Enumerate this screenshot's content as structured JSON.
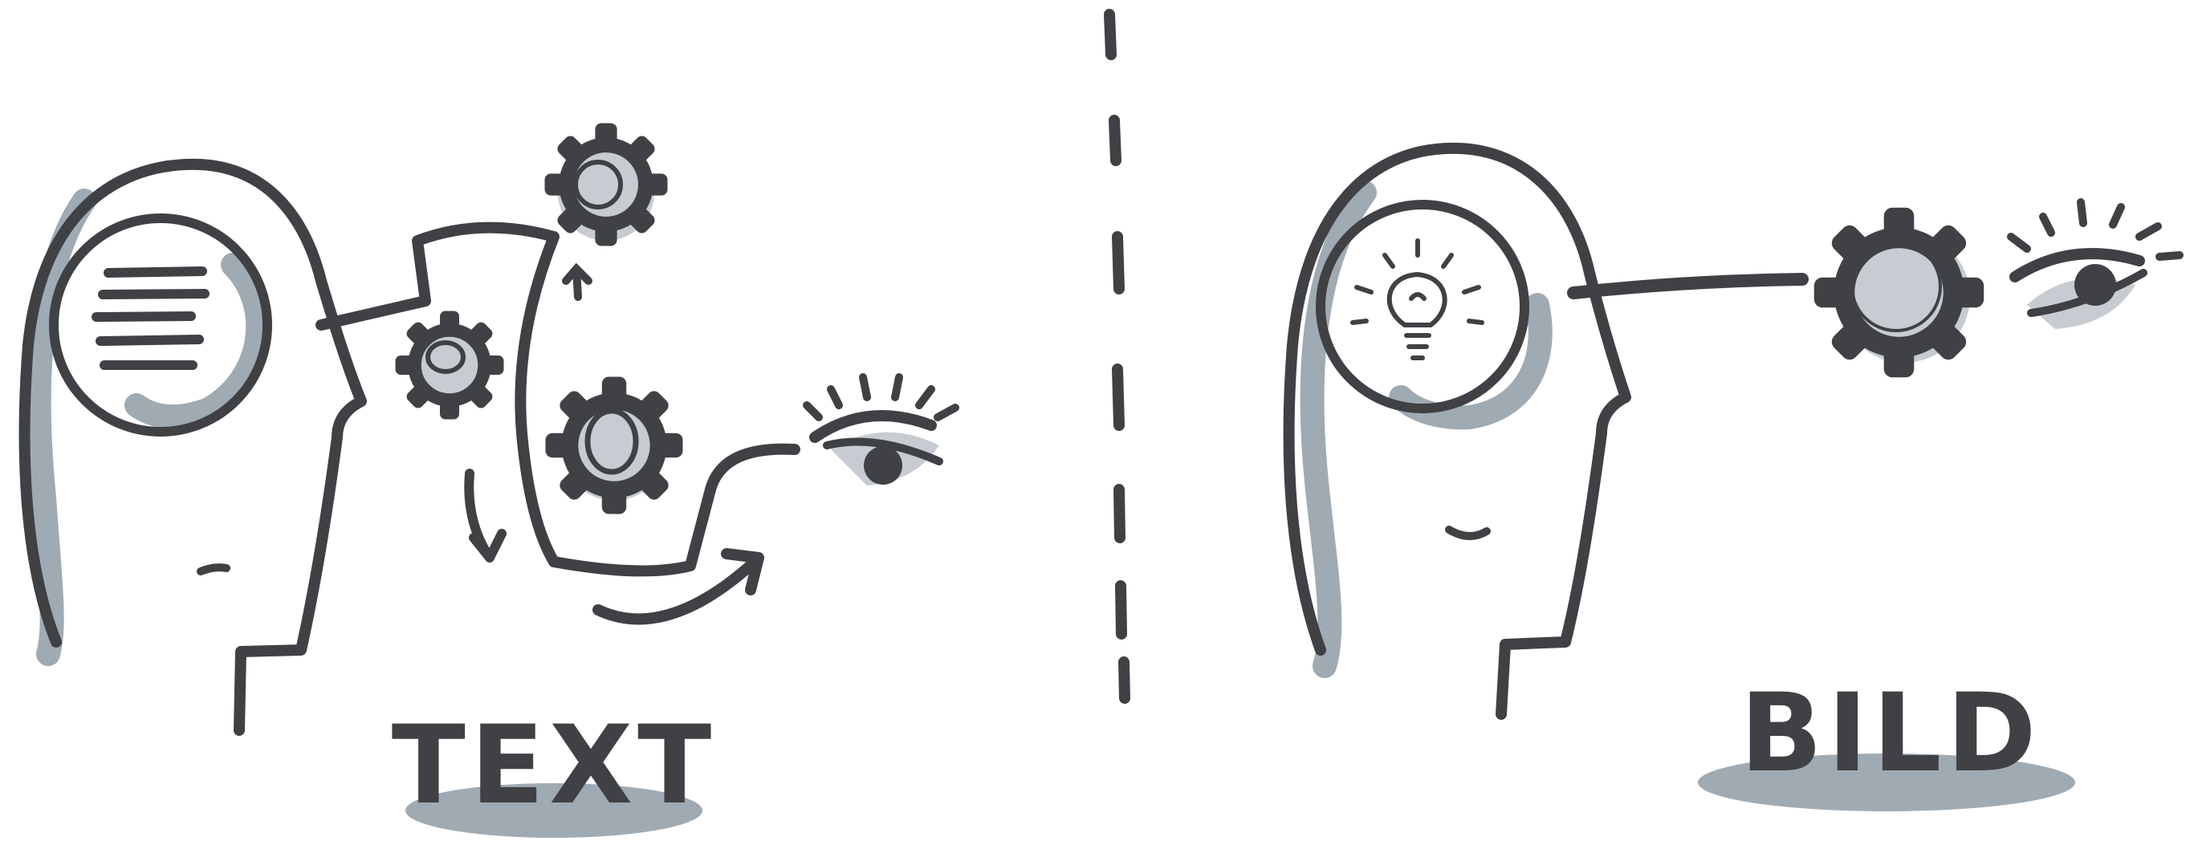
{
  "panels": {
    "left": {
      "label": "TEXT"
    },
    "right": {
      "label": "BILD"
    }
  },
  "colors": {
    "ink": "#3f4144",
    "shadow": "#a0aab3",
    "background": "#ffffff"
  },
  "icons": {
    "left": [
      "head-profile-icon",
      "text-lines-icon",
      "gear-icon",
      "eye-icon",
      "arrow-icon"
    ],
    "right": [
      "head-profile-icon",
      "lightbulb-icon",
      "gear-icon",
      "eye-icon"
    ],
    "divider": "dashed-divider"
  }
}
